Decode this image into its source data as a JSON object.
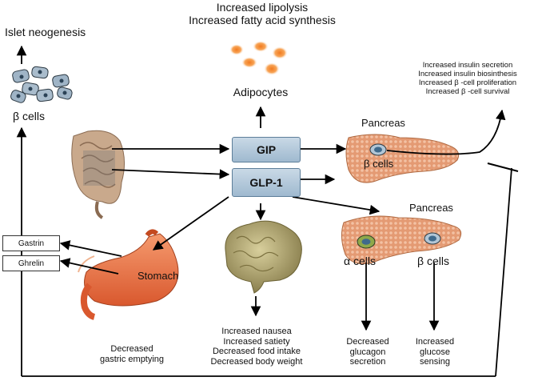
{
  "top": {
    "line1": "Increased lipolysis",
    "line2": "Increased fatty acid synthesis"
  },
  "adipocytes_label": "Adipocytes",
  "islet_neogenesis": "Islet neogenesis",
  "beta_cells_left": "β cells",
  "insulin_effects": [
    "Increased insulin secretion",
    "Increased insulin biosinthesis",
    "Increased β -cell proliferation",
    "Increased β -cell survival"
  ],
  "pancreas_upper": {
    "title": "Pancreas",
    "cells": "β cells"
  },
  "pancreas_lower": {
    "title": "Pancreas",
    "alpha": "α cells",
    "beta": "β cells"
  },
  "hormones": {
    "gip": "GIP",
    "glp1": "GLP-1"
  },
  "gastrin": "Gastrin",
  "ghrelin": "Ghrelin",
  "stomach": "Stomach",
  "gastric": [
    "Decreased",
    "gastric  emptying"
  ],
  "brain_effects": [
    "Increased nausea",
    "Increased satiety",
    "Decreased food intake",
    "Decreased body weight"
  ],
  "glucagon": [
    "Decreased",
    "glucagon",
    "secretion"
  ],
  "glucose": [
    "Increased",
    "glucose",
    "sensing"
  ],
  "colors": {
    "pancreas": "#e7a27c",
    "stomach": "#ea7a52",
    "intestine": "#c9a78a",
    "brain": "#b9ad78",
    "adipocyte": "#f7a04a",
    "hormone_box": "#b2c8da",
    "beta_cell": "#9db7cc",
    "alpha_cell": "#8fa84a"
  }
}
